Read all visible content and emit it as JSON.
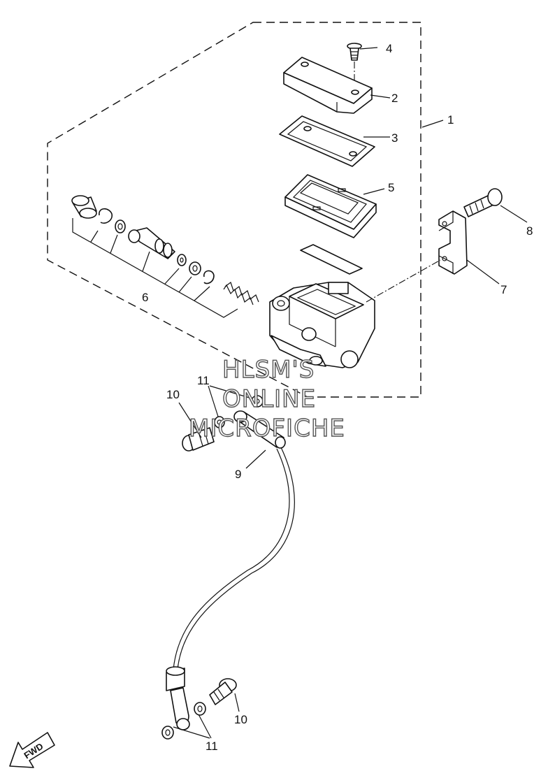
{
  "callouts": {
    "c1": "1",
    "c2": "2",
    "c3": "3",
    "c4": "4",
    "c5": "5",
    "c6": "6",
    "c7": "7",
    "c8": "8",
    "c9": "9",
    "c10_top": "10",
    "c10_bottom": "10",
    "c11_top": "11",
    "c11_bottom": "11"
  },
  "watermark": {
    "line1": "HLSM'S",
    "line2": "ONLINE",
    "line3": "MICROFICHE"
  },
  "fwd_label": "FWD"
}
